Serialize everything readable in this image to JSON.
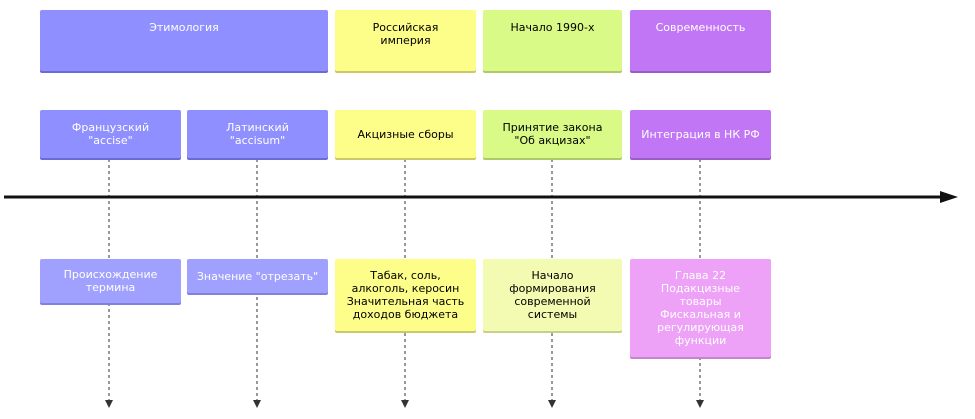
{
  "periods": [
    {
      "label": "Этимология"
    },
    {
      "label": "Российская\nимперия"
    },
    {
      "label": "Начало 1990-х"
    },
    {
      "label": "Современность"
    }
  ],
  "events": [
    {
      "title": "Французский\n\"accise\"",
      "note": "Происхождение\nтермина"
    },
    {
      "title": "Латинский\n\"accisum\"",
      "note": "Значение \"отрезать\""
    },
    {
      "title": "Акцизные сборы",
      "note": "Табак, соль,\nалкоголь, керосин\nЗначительная часть\nдоходов бюджета"
    },
    {
      "title": "Принятие закона\n\"Об акцизах\"",
      "note": "Начало\nформирования\nсовременной\nсистемы"
    },
    {
      "title": "Интеграция в НК РФ",
      "note": "Глава 22\nПодакцизные\nтовары\nФискальная и\nрегулирующая\nфункции"
    }
  ]
}
